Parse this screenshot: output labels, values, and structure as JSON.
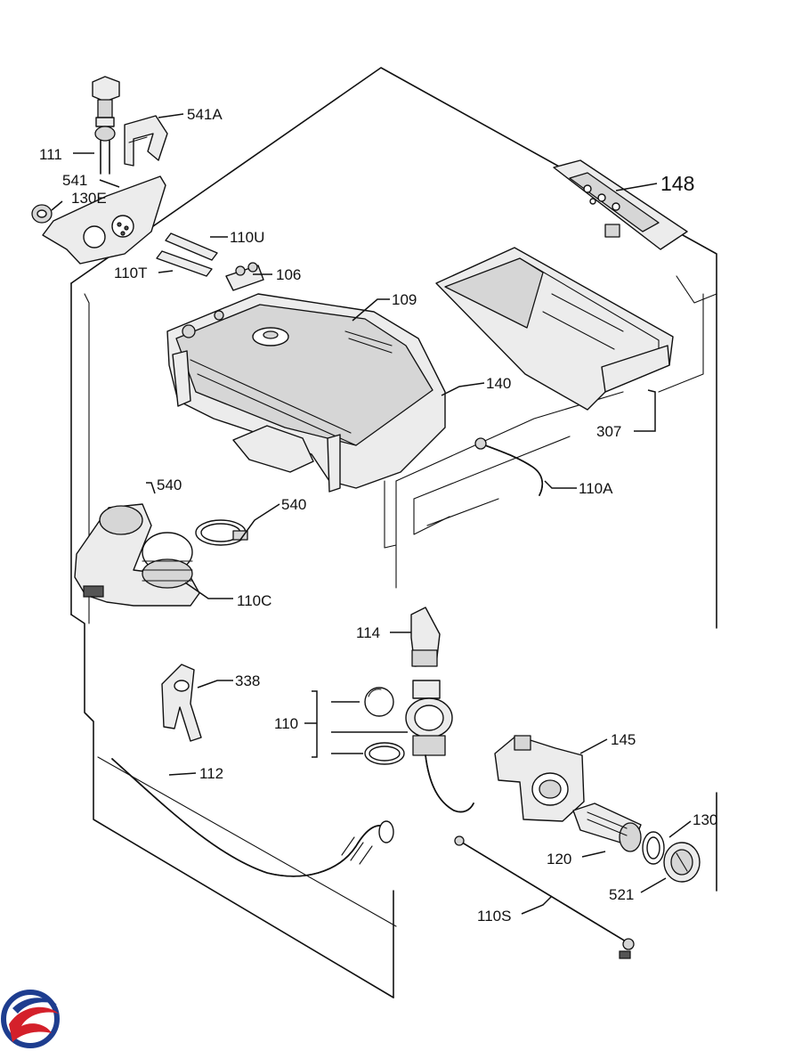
{
  "labels": {
    "l111": "111",
    "l541A": "541A",
    "l541": "541",
    "l130E": "130E",
    "l110U": "110U",
    "l110T": "110T",
    "l106": "106",
    "l109": "109",
    "l148": "148",
    "l140": "140",
    "l307": "307",
    "l110A": "110A",
    "l540a": "540",
    "l540b": "540",
    "l110C": "110C",
    "l114": "114",
    "l338": "338",
    "l110": "110",
    "l145": "145",
    "l112": "112",
    "l130": "130",
    "l120": "120",
    "l521": "521",
    "l110S": "110S"
  },
  "logo": {
    "colors": [
      "#1e3d8f",
      "#d4202a"
    ]
  }
}
